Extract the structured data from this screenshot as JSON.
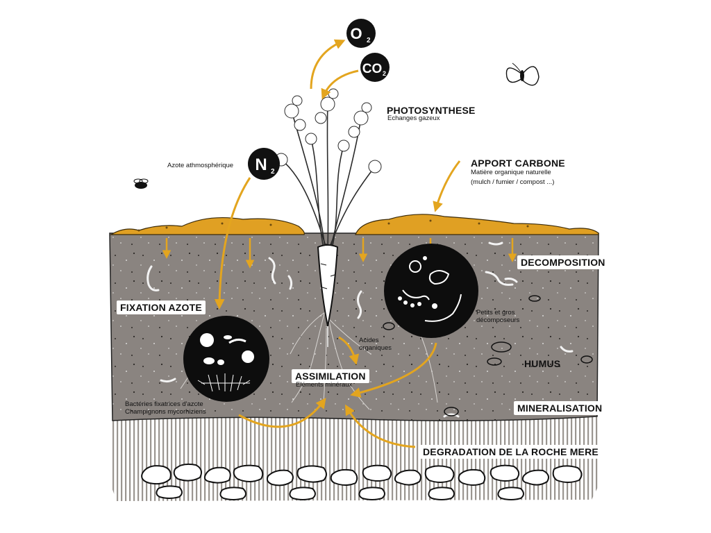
{
  "colors": {
    "soil": "#8a8480",
    "soil_dark": "#6f6a66",
    "mulch": "#e0a023",
    "arrow": "#e3a51f",
    "bedrock_stripe": "#9a9590",
    "ink": "#111111"
  },
  "icons": {
    "o2": "O",
    "o2_sub": "2",
    "co2": "CO",
    "co2_sub": "2",
    "n2": "N",
    "n2_sub": "2"
  },
  "labels": {
    "photosynthese_title": "PHOTOSYNTHESE",
    "photosynthese_sub": "Echanges gazeux",
    "azote_atm": "Azote athmosphérique",
    "apport_title": "APPORT CARBONE",
    "apport_sub1": "Matière organique naturelle",
    "apport_sub2": "(mulch / fumier / compost ...)",
    "decomposition": "DECOMPOSITION",
    "fixation": "FIXATION AZOTE",
    "petits_line1": "Petits et gros",
    "petits_line2": "décomposeurs",
    "acides_line1": "Acides",
    "acides_line2": "organiques",
    "humus": "HUMUS",
    "assimilation": "ASSIMILATION",
    "elements": "Eléments minéraux",
    "bacteries_line1": "Bactéries fixatrices d'azote",
    "bacteries_line2": "Champignons mycorhiziens",
    "mineralisation": "MINERALISATION",
    "degradation": "DEGRADATION DE LA ROCHE MERE"
  }
}
